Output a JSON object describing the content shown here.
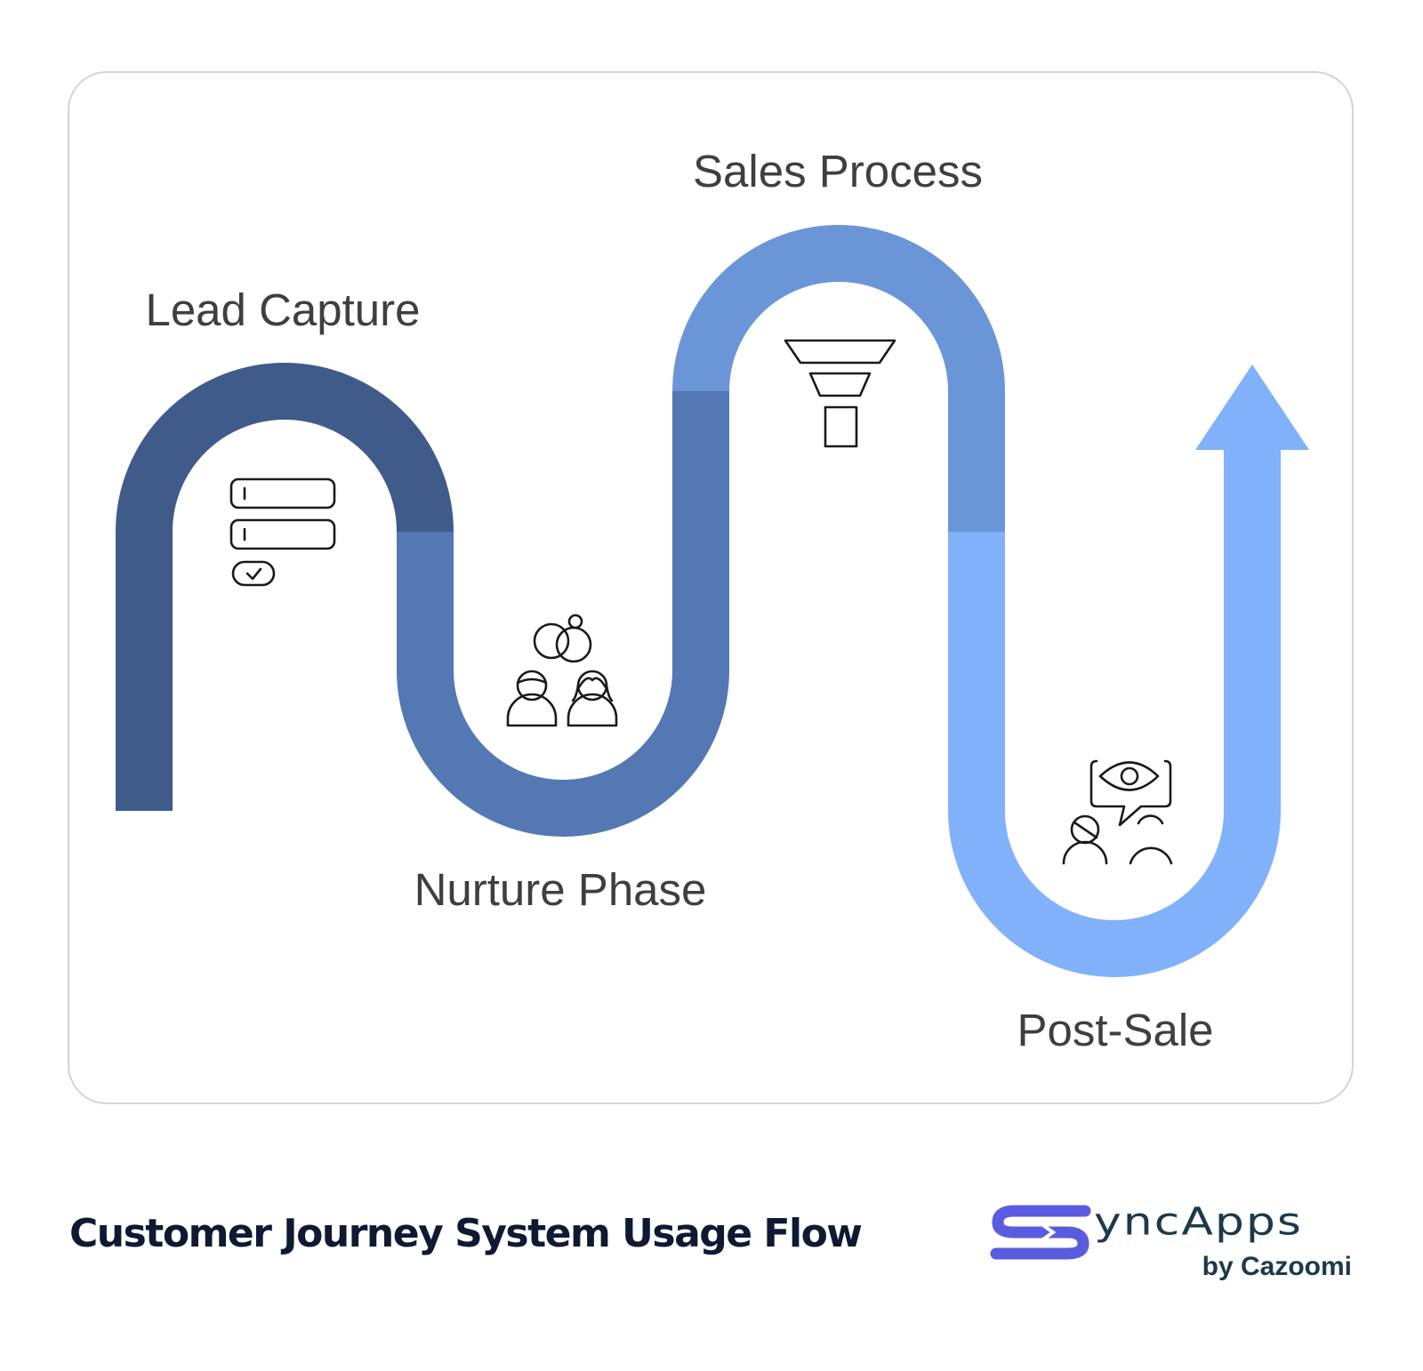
{
  "diagram": {
    "stages": [
      {
        "label": "Lead Capture",
        "icon": "form-icon",
        "color": "#3e5b8a"
      },
      {
        "label": "Nurture Phase",
        "icon": "people-relationship-icon",
        "color": "#5378b3"
      },
      {
        "label": "Sales Process",
        "icon": "funnel-icon",
        "color": "#6a96d8"
      },
      {
        "label": "Post-Sale",
        "icon": "feedback-eye-icon",
        "color": "#80b1fa"
      }
    ],
    "direction_icon": "arrow-up-icon"
  },
  "footer": {
    "title": "Customer Journey System Usage Flow",
    "brand_name": "SyncApps",
    "brand_wordmark": "yncApps",
    "brand_sub": "by Cazoomi",
    "brand_color": "#5a5ce0"
  }
}
